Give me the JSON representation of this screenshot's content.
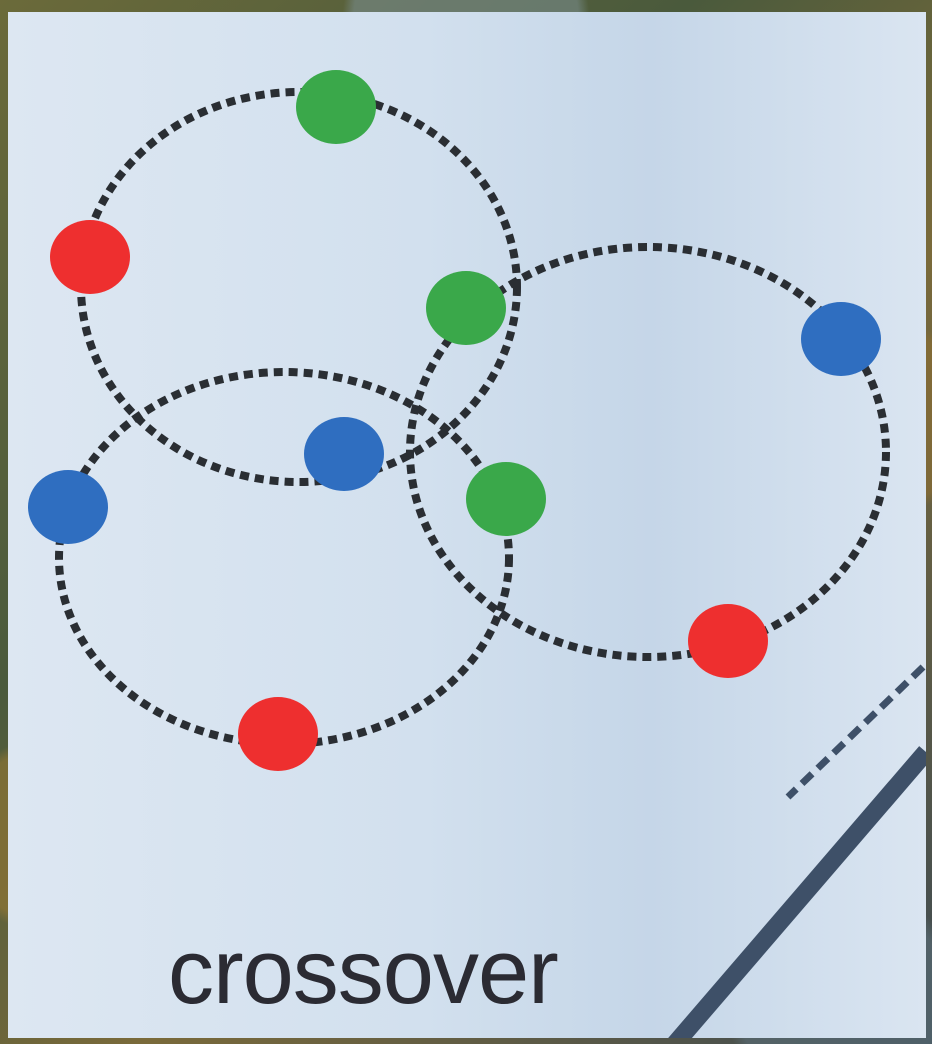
{
  "caption": "crossover",
  "colors": {
    "green": "#3aa84a",
    "red": "#ee2f2f",
    "blue": "#2f6ec0",
    "dotted_line": "#2a2e33",
    "diagonal_line": "#3e5068"
  },
  "circles": [
    "circle-top-left",
    "circle-bottom-left",
    "circle-right"
  ],
  "nodes": [
    {
      "name": "green-node",
      "color": "green"
    },
    {
      "name": "red-node",
      "color": "red"
    },
    {
      "name": "green-node",
      "color": "green"
    },
    {
      "name": "blue-node",
      "color": "blue"
    },
    {
      "name": "green-node",
      "color": "green"
    },
    {
      "name": "blue-node",
      "color": "blue"
    },
    {
      "name": "red-node",
      "color": "red"
    },
    {
      "name": "blue-node",
      "color": "blue"
    },
    {
      "name": "red-node",
      "color": "red"
    }
  ]
}
